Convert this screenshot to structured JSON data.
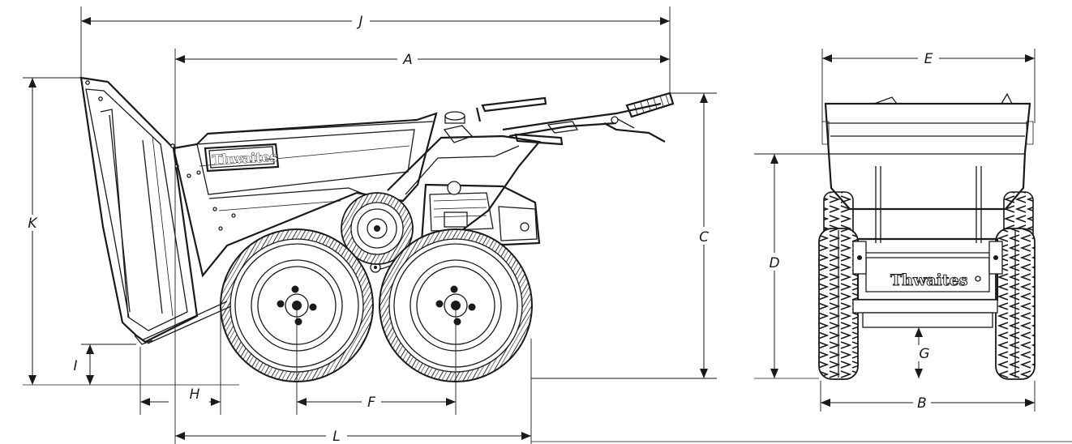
{
  "brand": {
    "side_logo": "Thwaites",
    "front_logo": "Thwaites"
  },
  "dimensions": {
    "A": "A",
    "B": "B",
    "C": "C",
    "D": "D",
    "E": "E",
    "F": "F",
    "G": "G",
    "H": "H",
    "I": "I",
    "J": "J",
    "K": "K",
    "L": "L"
  }
}
